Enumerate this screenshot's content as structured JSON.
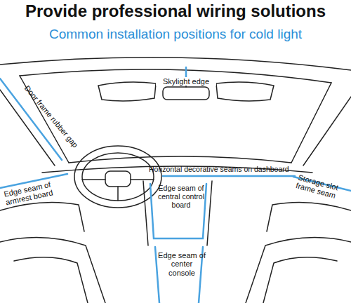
{
  "diagram": {
    "title": "Provide professional wiring solutions",
    "labels": [
      "Common installation positions for cold light",
      "Skylight edge",
      "Door frame rubber gap",
      "Horizontal decorative seams on dashboard",
      "Edge seam of armrest board",
      "Edge seam of central control board",
      "Storage slot frame seam",
      "Edge seam of center console"
    ]
  }
}
